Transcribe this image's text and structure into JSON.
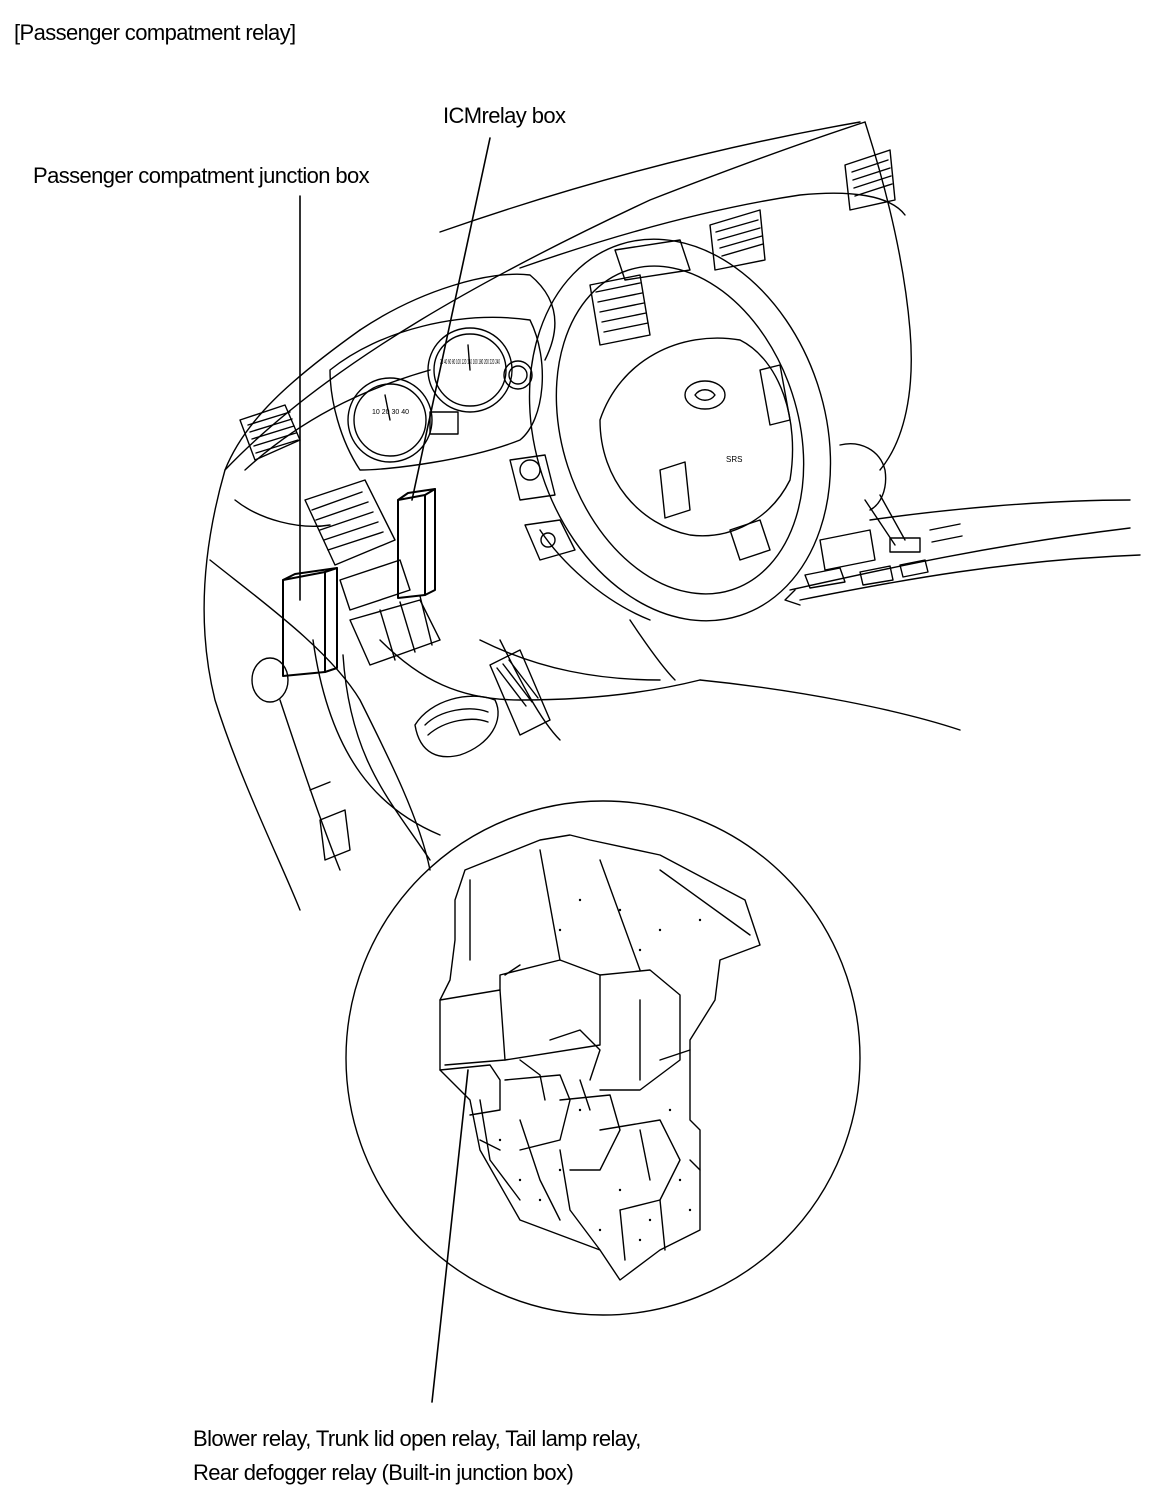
{
  "header": {
    "title": "[Passenger compatment relay]"
  },
  "callouts": {
    "icm_relay_box": "ICMrelay box",
    "junction_box": "Passenger compatment junction box",
    "relays_line1": "Blower relay, Trunk lid open relay, Tail lamp relay,",
    "relays_line2": "Rear defogger relay (Built-in junction box)"
  },
  "gauge_text": {
    "tach_numbers": "10 20 30 40",
    "speedo_numbers": "20 40 60 80 100 120 140 160 180 200 220 240",
    "airbag_text": "SRS"
  }
}
